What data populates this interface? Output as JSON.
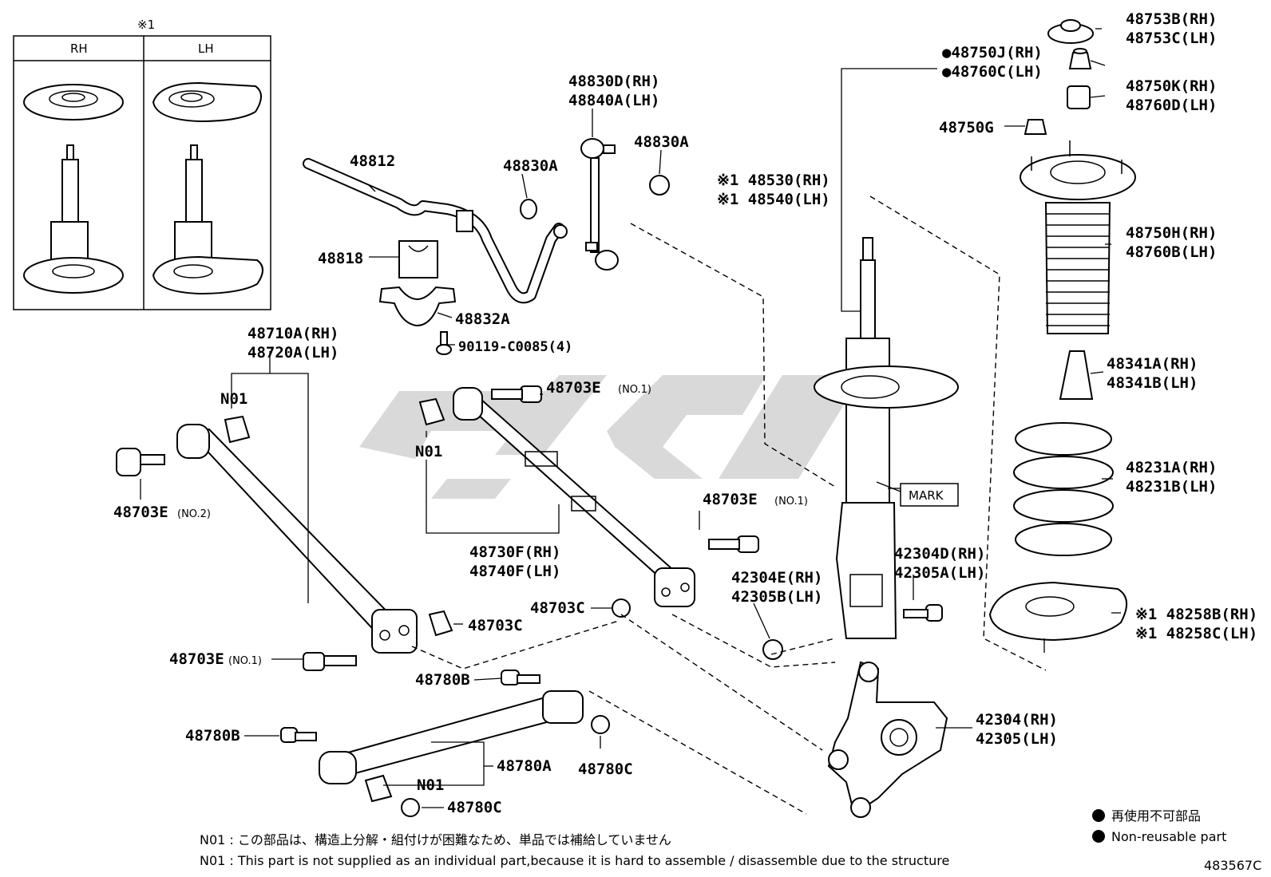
{
  "inset": {
    "marker": "※1",
    "col_rh": "RH",
    "col_lh": "LH"
  },
  "labels": {
    "p48753": [
      "48753B(RH)",
      "48753C(LH)"
    ],
    "p48750J": [
      "●48750J(RH)",
      "●48760C(LH)"
    ],
    "p48750K": [
      "48750K(RH)",
      "48760D(LH)"
    ],
    "p48750G": "48750G",
    "p48530": [
      "※1 48530(RH)",
      "※1 48540(LH)"
    ],
    "p48750H": [
      "48750H(RH)",
      "48760B(LH)"
    ],
    "p48341": [
      "48341A(RH)",
      "48341B(LH)"
    ],
    "p48231": [
      "48231A(RH)",
      "48231B(LH)"
    ],
    "p48258": [
      "※1 48258B(RH)",
      "※1 48258C(LH)"
    ],
    "p42304": [
      "42304(RH)",
      "42305(LH)"
    ],
    "p42304D": [
      "42304D(RH)",
      "42305A(LH)"
    ],
    "p42304E": [
      "42304E(RH)",
      "42305B(LH)"
    ],
    "mark": "MARK",
    "p48830D": [
      "48830D(RH)",
      "48840A(LH)"
    ],
    "p48830A_l": "48830A",
    "p48830A_r": "48830A",
    "p48812": "48812",
    "p48818": "48818",
    "p48832A": "48832A",
    "p90119": "90119-C0085(4)",
    "p48710A": [
      "48710A(RH)",
      "48720A(LH)"
    ],
    "n01_a": "N01",
    "n01_b": "N01",
    "n01_c": "N01",
    "p48703E_no1_top": "48703E",
    "p48703E_no1_mid": "48703E",
    "p48703E_no1_bot": "48703E",
    "p48703E_no2": "48703E",
    "no1": "(NO.1)",
    "no2": "(NO.2)",
    "p48730F": [
      "48730F(RH)",
      "48740F(LH)"
    ],
    "p48703C_a": "48703C",
    "p48703C_b": "48703C",
    "p48780B_a": "48780B",
    "p48780B_b": "48780B",
    "p48780A": "48780A",
    "p48780C_a": "48780C",
    "p48780C_b": "48780C"
  },
  "legend": {
    "jp": "再使用不可部品",
    "en": "Non-reusable part"
  },
  "notes": {
    "jp": "N01 : この部品は、構造上分解・組付けが困難なため、単品では補給していません",
    "en": "N01 :  This part is not supplied as an individual part,because it is hard to assemble / disassemble due to the structure"
  },
  "diagram_code": "483567C",
  "watermark_color": "#d9d9d9"
}
